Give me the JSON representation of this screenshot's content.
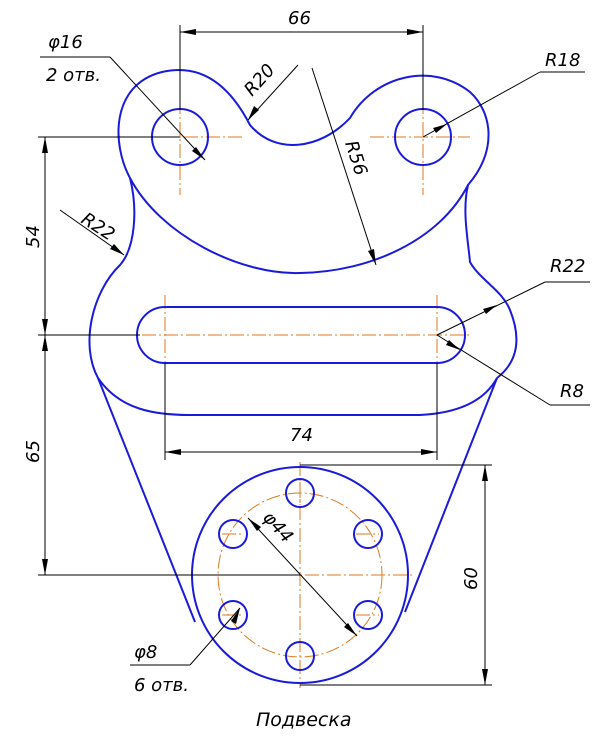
{
  "title": "Подвеска",
  "colors": {
    "outline": "#1a1adb",
    "dimension": "#000000",
    "centerline": "#e07a1f",
    "background": "#ffffff"
  },
  "dimensions": {
    "top_width": "66",
    "slot_length": "74",
    "upper_height": "54",
    "lower_height": "65",
    "bottom_height": "60",
    "radius_top_hole": "R18",
    "radius_notch": "R20",
    "radius_big": "R56",
    "radius_left": "R22",
    "radius_right": "R22",
    "radius_slot": "R8",
    "pcd": "φ44"
  },
  "callouts": {
    "top_hole_dia": "φ16",
    "top_hole_count": "2 отв.",
    "small_hole_dia": "φ8",
    "small_hole_count": "6 отв."
  }
}
